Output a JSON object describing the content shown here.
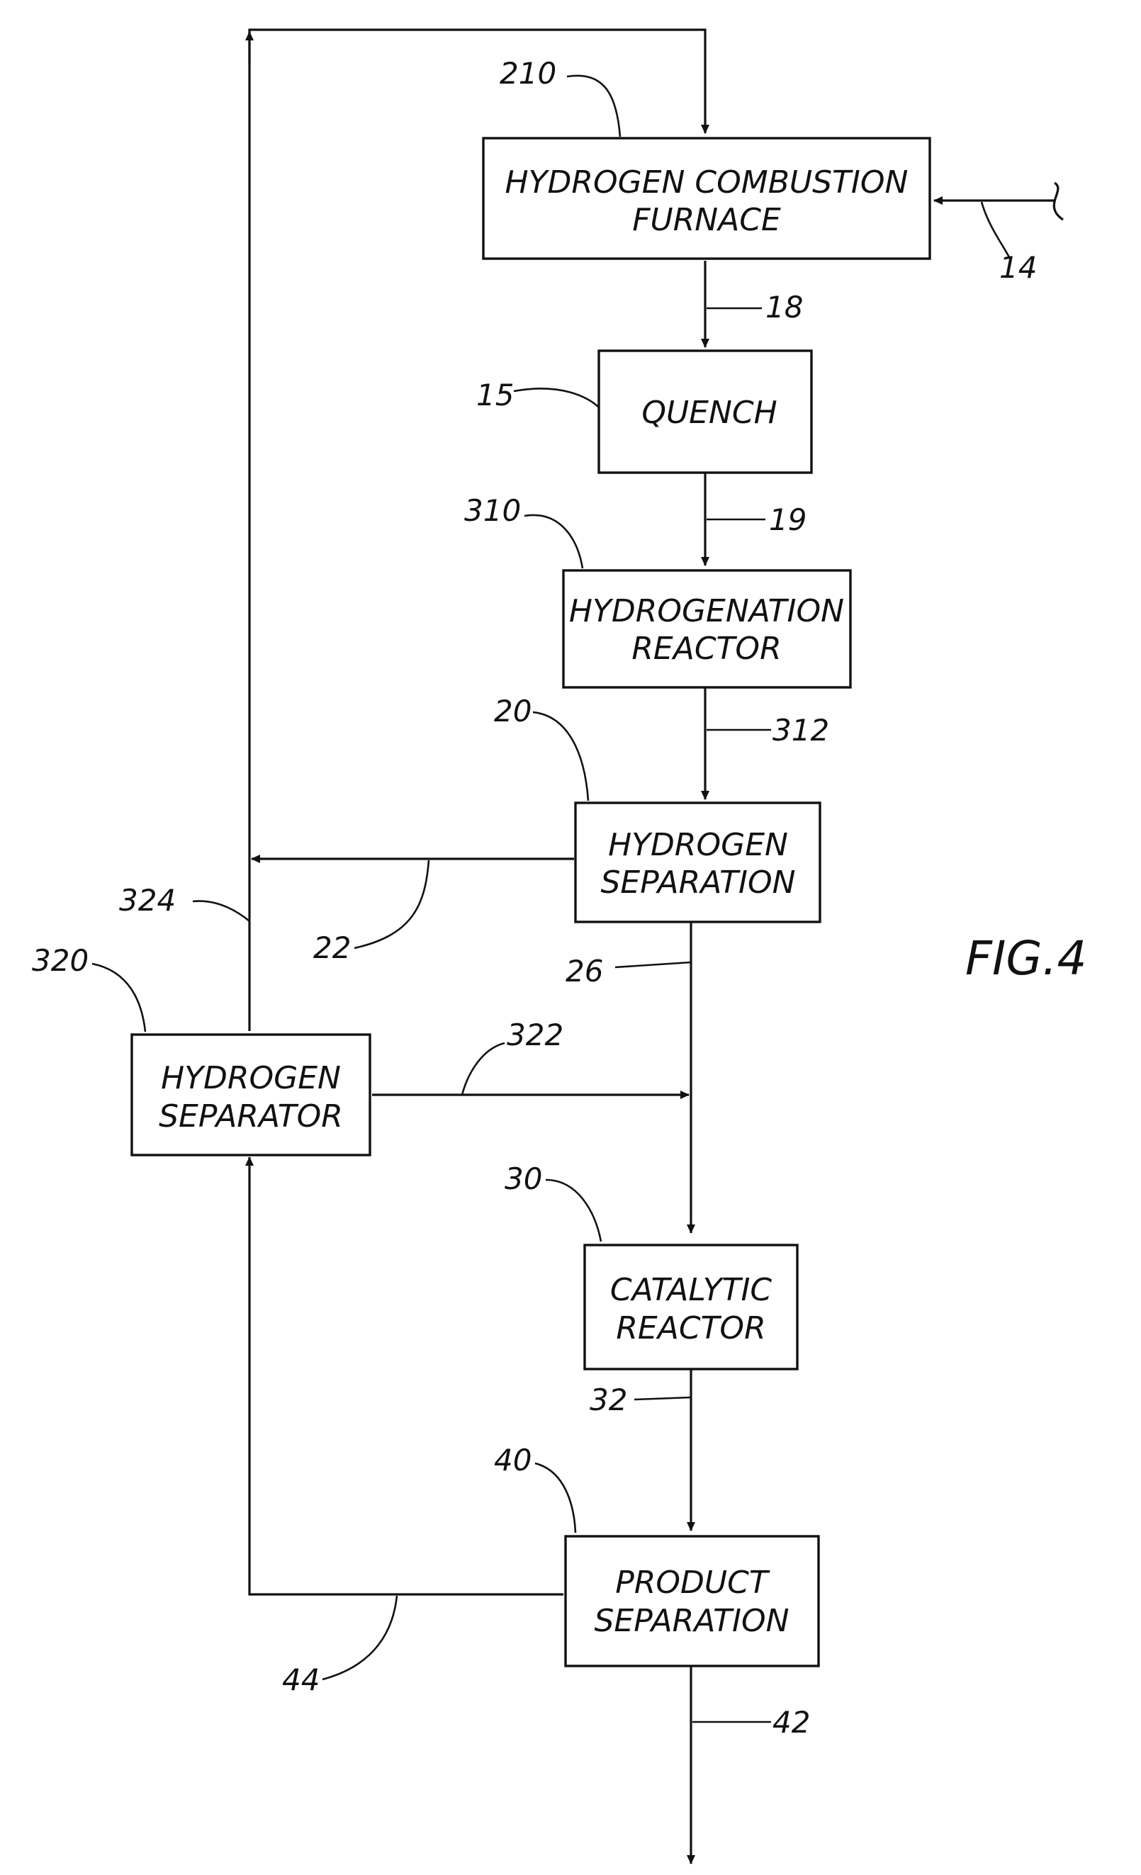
{
  "figure": {
    "label": "FIG.4"
  },
  "boxes": {
    "furnace": {
      "ref": "210",
      "line1": "HYDROGEN  COMBUSTION",
      "line2": "FURNACE"
    },
    "quench": {
      "ref": "15",
      "line1": "QUENCH"
    },
    "hydrogenation": {
      "ref": "310",
      "line1": "HYDROGENATION",
      "line2": "REACTOR"
    },
    "h2sep": {
      "ref": "20",
      "line1": "HYDROGEN",
      "line2": "SEPARATION"
    },
    "h2separator": {
      "ref": "320",
      "line1": "HYDROGEN",
      "line2": "SEPARATOR"
    },
    "catalytic": {
      "ref": "30",
      "line1": "CATALYTIC",
      "line2": "REACTOR"
    },
    "product": {
      "ref": "40",
      "line1": "PRODUCT",
      "line2": "SEPARATION"
    }
  },
  "streams": {
    "s14": "14",
    "s18": "18",
    "s19": "19",
    "s312": "312",
    "s22": "22",
    "s324": "324",
    "s26": "26",
    "s322": "322",
    "s32": "32",
    "s44": "44",
    "s42": "42"
  }
}
